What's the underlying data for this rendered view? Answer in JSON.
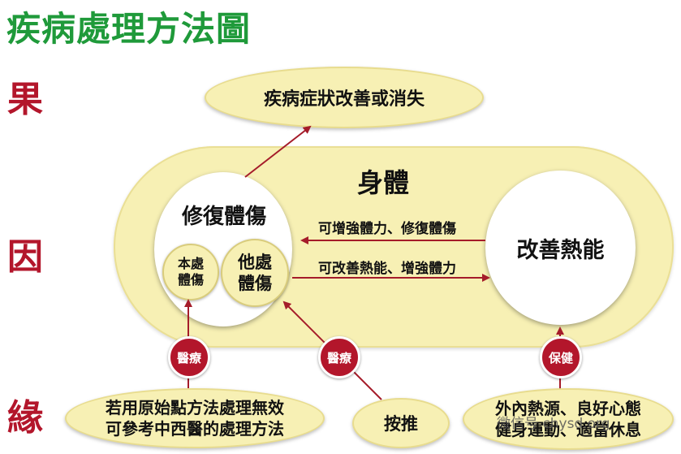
{
  "title": "疾病處理方法圖",
  "side_labels": {
    "fruit": "果",
    "cause": "因",
    "condition": "緣"
  },
  "top_result": "疾病症狀改善或消失",
  "body": {
    "label": "身體",
    "repair_circle": "修復體傷",
    "own_injury": [
      "本處",
      "體傷"
    ],
    "other_injury": [
      "他處",
      "體傷"
    ],
    "improve_circle": "改善熱能"
  },
  "arrows": {
    "top_arrow": "可增強體力、修復體傷",
    "bottom_arrow": "可改善熱能、增強體力"
  },
  "badges": {
    "left": "醫療",
    "middle": "醫療",
    "right": "保健"
  },
  "bottom": {
    "left_lines": [
      "若用原始點方法處理無效",
      "可參考中西醫的處理方法"
    ],
    "middle": "按推",
    "right_lines": [
      "外內熱源、良好心態",
      "健身運動、適當休息"
    ]
  },
  "watermark": "微信号 chysd.org",
  "colors": {
    "title_green": "#1f9a3a",
    "label_red": "#b3162b",
    "ellipse_fill": "#f7f0b4",
    "arrow_red": "#a51c2a"
  }
}
